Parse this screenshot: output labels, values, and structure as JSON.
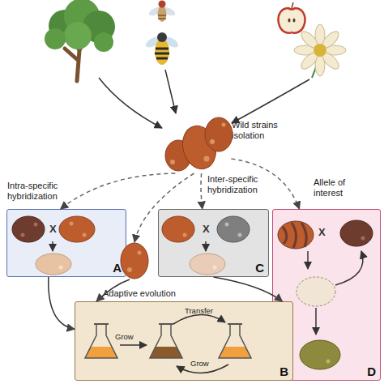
{
  "diagram": {
    "nodes": [
      {
        "text": [
          "Wild strains isolation"
        ]
      },
      {
        "text": [
          "Intra-specific hybridization",
          "X",
          "A"
        ]
      },
      {
        "text": [
          "Inter-specific hybridization",
          "X",
          "C"
        ]
      },
      {
        "text": [
          "Allele of interest",
          "X",
          "D"
        ]
      },
      {
        "text": [
          "Adaptive evolution",
          "B"
        ]
      }
    ],
    "edges": [
      {
        "from": 0,
        "to": 1,
        "arrow": "to"
      },
      {
        "from": 0,
        "to": 4,
        "arrow": "to"
      },
      {
        "from": 0,
        "to": 2,
        "arrow": "to"
      },
      {
        "from": 0,
        "to": 3,
        "arrow": "to"
      },
      {
        "from": 1,
        "to": 4,
        "arrow": "to"
      },
      {
        "from": 2,
        "to": 4,
        "arrow": "to"
      }
    ],
    "labels": [
      "Transfer",
      "Grow",
      "Grow"
    ]
  }
}
